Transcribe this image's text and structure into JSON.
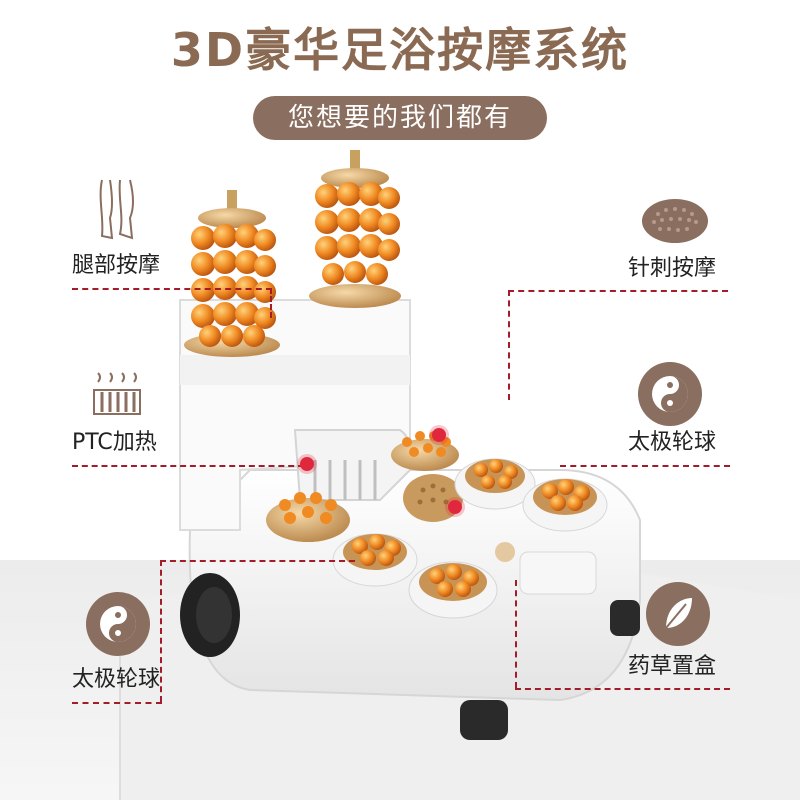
{
  "header": {
    "title": "3D豪华足浴按摩系统",
    "subtitle": "您想要的我们都有"
  },
  "features": {
    "leg_massage": "腿部按摩",
    "ptc_heating": "PTC加热",
    "taiji_left": "太极轮球",
    "acupressure": "针刺按摩",
    "taiji_right": "太极轮球",
    "herb_box": "药草置盒"
  },
  "icons": {
    "leg": "leg-icon",
    "heater": "heater-icon",
    "taiji": "taiji-icon",
    "acupressure": "acupressure-pad-icon",
    "herb": "leaf-icon"
  },
  "colors": {
    "accent_brown": "#8a6e5f",
    "title_brown": "#8a6a52",
    "callout_red": "#a31c2a",
    "roller_orange": "#e8822a"
  }
}
